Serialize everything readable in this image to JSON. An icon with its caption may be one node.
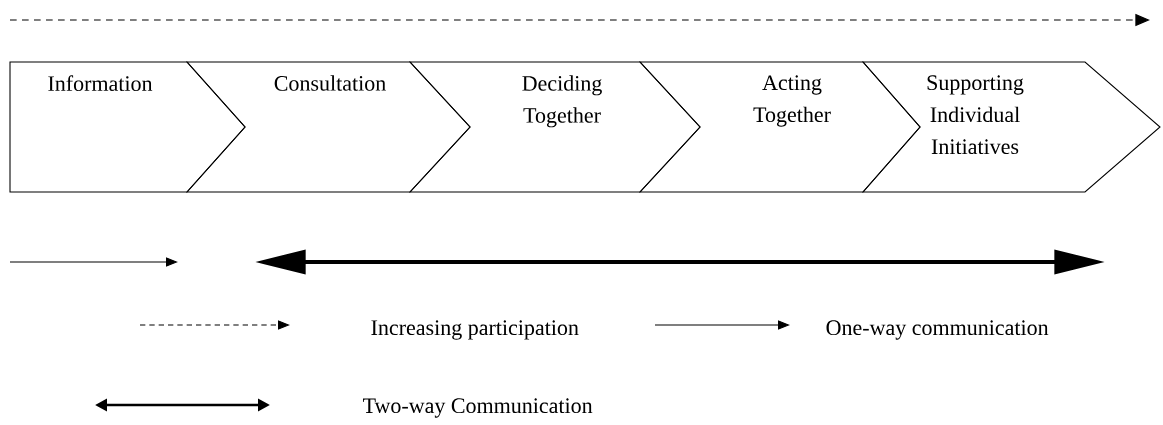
{
  "diagram": {
    "nodes": [
      {
        "text": [
          "Information"
        ]
      },
      {
        "text": [
          "Consultation"
        ]
      },
      {
        "text": [
          "Deciding Together"
        ]
      },
      {
        "text": [
          "Acting Together"
        ]
      },
      {
        "text": [
          "Supporting Individual Initiatives"
        ]
      }
    ],
    "edges": [],
    "legend": [
      {
        "text": "Increasing participation"
      },
      {
        "text": "One-way communication"
      },
      {
        "text": "Two-way Communication"
      }
    ]
  }
}
